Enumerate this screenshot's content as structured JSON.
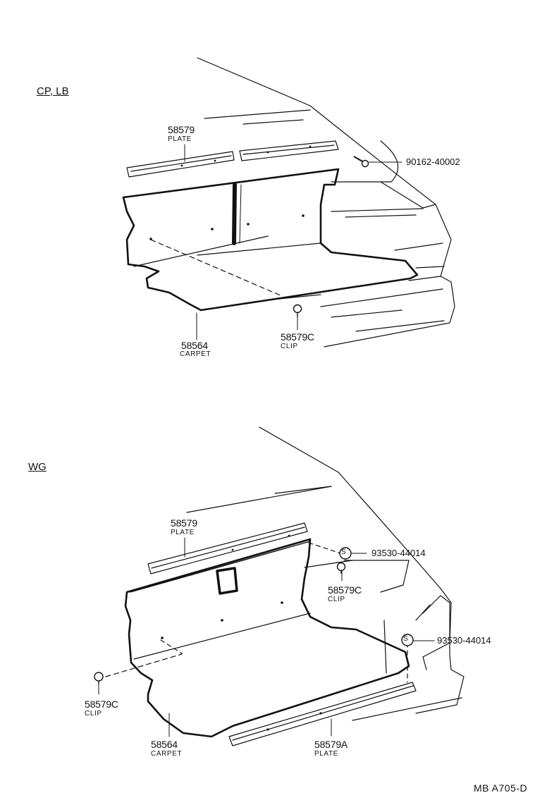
{
  "sections": {
    "top": {
      "label": "CP, LB",
      "plate": {
        "number": "58579",
        "name": "PLATE"
      },
      "bolt_ref": "90162-40002",
      "carpet": {
        "number": "58564",
        "name": "CARPET"
      },
      "clip": {
        "number": "58579C",
        "name": "CLIP"
      }
    },
    "bottom": {
      "label": "WG",
      "plate": {
        "number": "58579",
        "name": "PLATE"
      },
      "screw_ref_1": "93530-44014",
      "screw_ref_2": "93530-44014",
      "screw_symbol": "S",
      "clip_right": {
        "number": "58579C",
        "name": "CLIP"
      },
      "clip_left": {
        "number": "58579C",
        "name": "CLIP"
      },
      "carpet": {
        "number": "58564",
        "name": "CARPET"
      },
      "rear_plate": {
        "number": "58579A",
        "name": "PLATE"
      }
    }
  },
  "diagram_code": "MB  A705-D"
}
